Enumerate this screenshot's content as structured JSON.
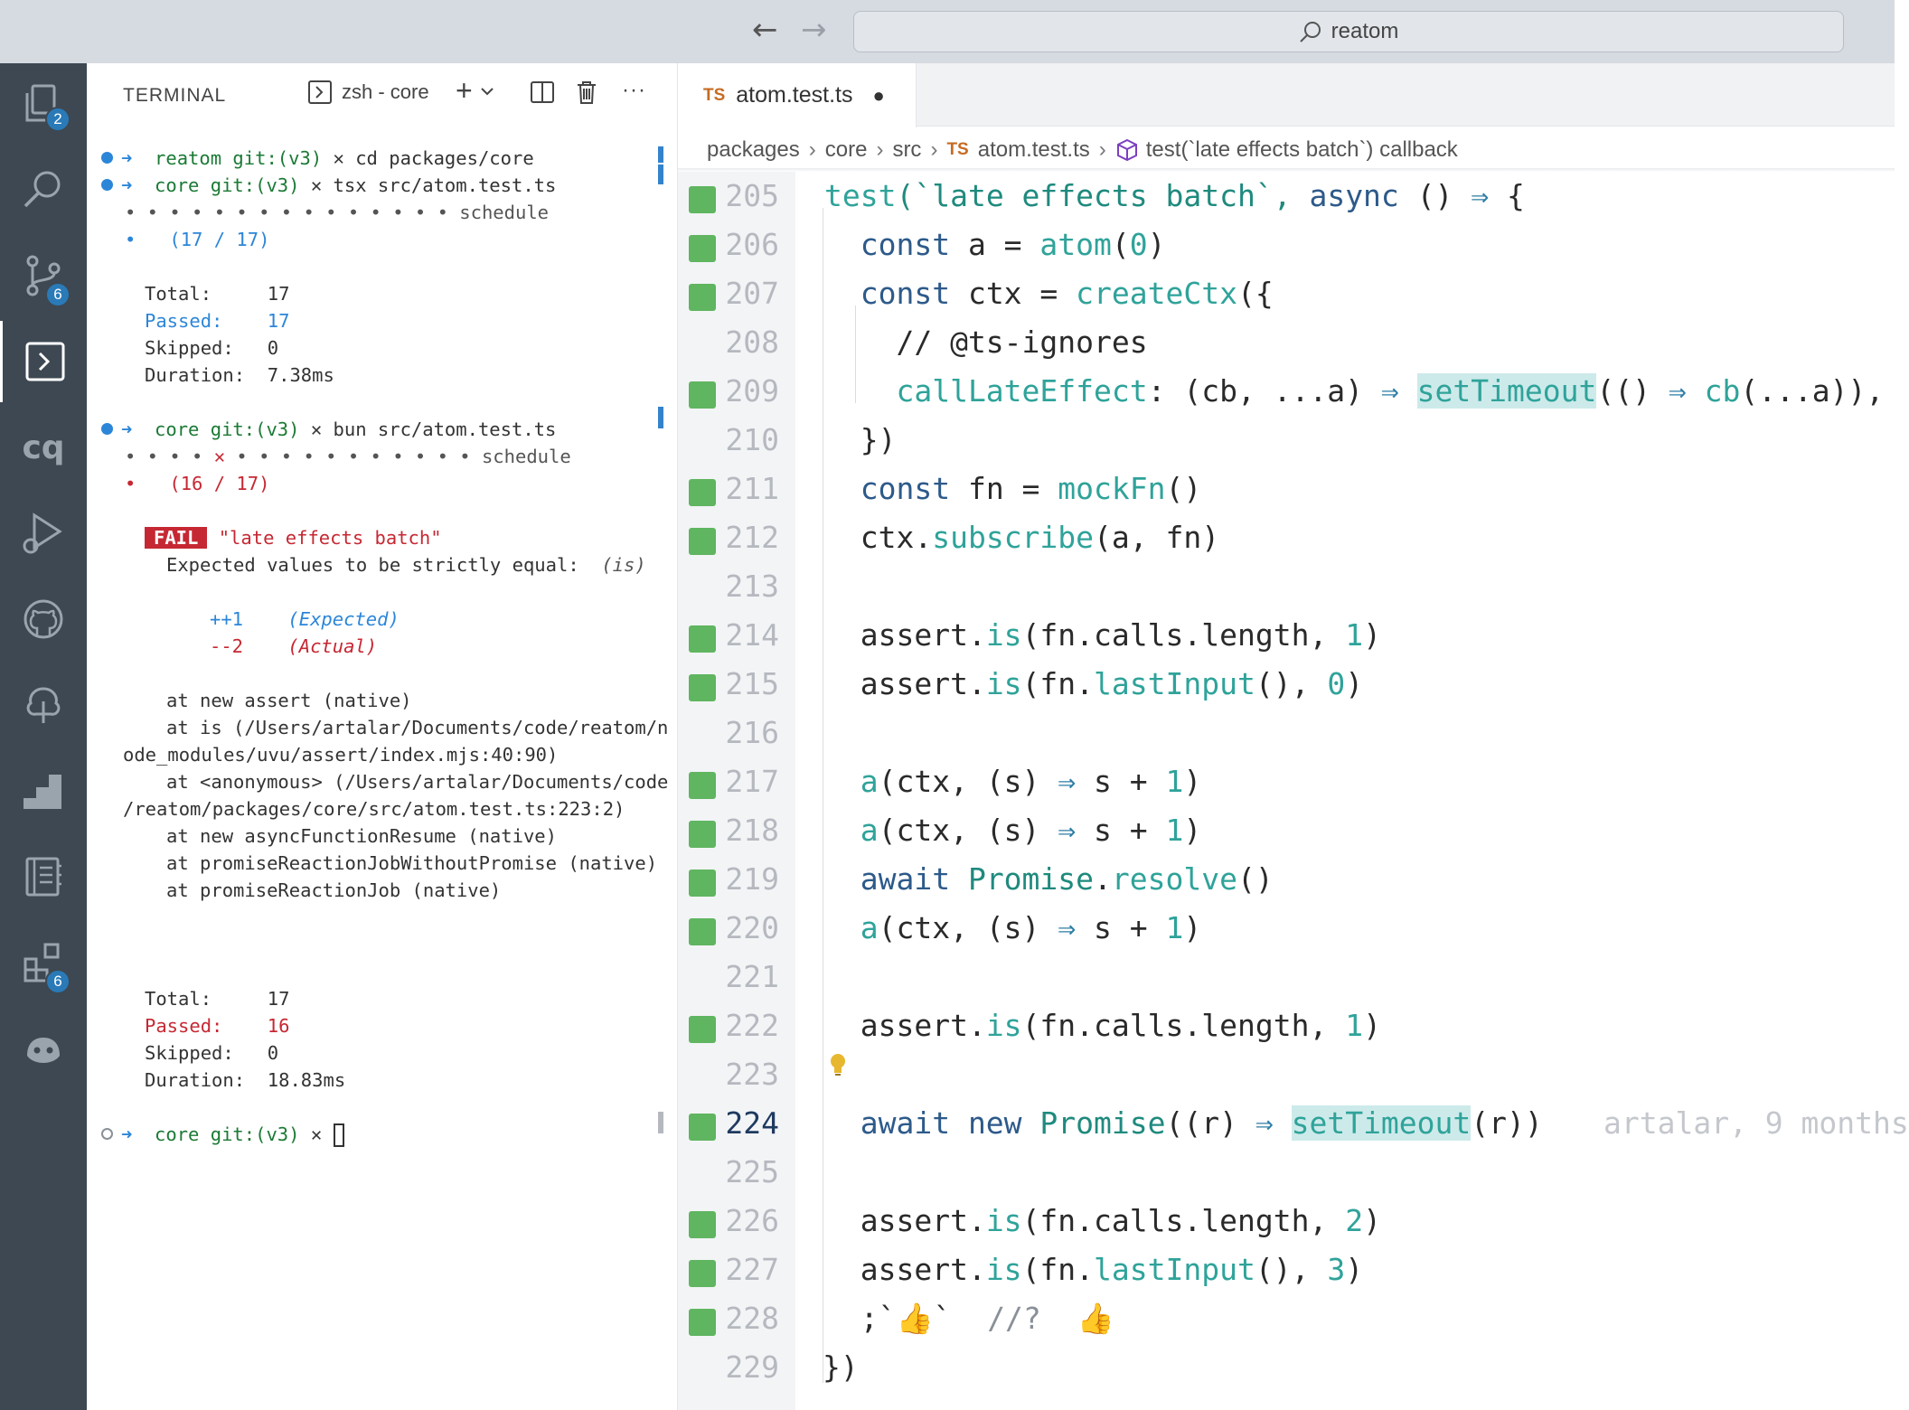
{
  "titlebar": {
    "back_glyph": "←",
    "forward_glyph": "→",
    "search_text": "reatom"
  },
  "activity": {
    "explorer_badge": "2",
    "scm_badge": "6",
    "extensions_badge": "6",
    "cq_label": "cq",
    "icons": [
      "files-icon",
      "search-icon",
      "source-control-icon",
      "terminal-icon",
      "cq-icon",
      "run-debug-icon",
      "github-icon",
      "tree-icon",
      "stairs-icon",
      "notebook-icon",
      "extensions-icon",
      "copilot-icon"
    ]
  },
  "terminal": {
    "title": "TERMINAL",
    "shell_label": "zsh - core",
    "add_glyph": "+",
    "more_glyph": "···",
    "lines": {
      "l1_prompt": "reatom git:(v3)",
      "l1_cmd": " ✕ cd packages/core",
      "l2_prompt": "core git:(v3)",
      "l2_cmd": " ✕ tsx src/atom.test.ts",
      "l3": "• • • • • • • • • • • • • • • schedule",
      "l4": "•   (17 / 17)",
      "t1_total": "Total:     17",
      "t1_passed_label": "Passed:",
      "t1_passed_val": "    17",
      "t1_skipped": "Skipped:   0",
      "t1_duration": "Duration:  7.38ms",
      "l5_prompt": "core git:(v3)",
      "l5_cmd": " ✕ bun src/atom.test.ts",
      "l6_pre": "• • • • ",
      "l6_x": "✕",
      "l6_post": " • • • • • • • • • • • schedule",
      "l7": "•   (16 / 17)",
      "fail_badge": "FAIL",
      "fail_name": " \"late effects batch\"",
      "expected_msg": "Expected values to be strictly equal:  ",
      "expected_is": "(is)",
      "plus": "++1",
      "plus_note": "(Expected)",
      "minus": "--2",
      "minus_note": "(Actual)",
      "st1": "at new assert (native)",
      "st2": "at is (/Users/artalar/Documents/code/reatom/n",
      "st3": "ode_modules/uvu/assert/index.mjs:40:90)",
      "st4": "at <anonymous> (/Users/artalar/Documents/code",
      "st5": "/reatom/packages/core/src/atom.test.ts:223:2)",
      "st6": "at new asyncFunctionResume (native)",
      "st7": "at promiseReactionJobWithoutPromise (native)",
      "st8": "at promiseReactionJob (native)",
      "t2_total": "Total:     17",
      "t2_passed_label": "Passed:",
      "t2_passed_val": "    16",
      "t2_skipped": "Skipped:   0",
      "t2_duration": "Duration:  18.83ms",
      "l8_prompt": "core git:(v3)",
      "l8_cmd": " ✕ "
    }
  },
  "editor": {
    "tab_lang": "TS",
    "tab_name": "atom.test.ts",
    "tab_dirty": "●",
    "breadcrumb": {
      "b1": "packages",
      "b2": "core",
      "b3": "src",
      "b4_lang": "TS",
      "b4": "atom.test.ts",
      "b5": "test(`late effects batch`) callback",
      "sep": "›"
    },
    "lines": {
      "n205": "205",
      "n206": "206",
      "n207": "207",
      "n208": "208",
      "n209": "209",
      "n210": "210",
      "n211": "211",
      "n212": "212",
      "n213": "213",
      "n214": "214",
      "n215": "215",
      "n216": "216",
      "n217": "217",
      "n218": "218",
      "n219": "219",
      "n220": "220",
      "n221": "221",
      "n222": "222",
      "n223": "223",
      "n224": "224",
      "n225": "225",
      "n226": "226",
      "n227": "227",
      "n228": "228",
      "n229": "229"
    },
    "code": {
      "c205a": "test",
      "c205b": "(`late effects batch`, ",
      "c205c": "async",
      "c205d": " () ",
      "c205e": "⇒",
      "c205f": " {",
      "c206a": "  const",
      "c206b": " a = ",
      "c206c": "atom",
      "c206d": "(",
      "c206e": "0",
      "c206f": ")",
      "c207a": "  const",
      "c207b": " ctx = ",
      "c207c": "createCtx",
      "c207d": "({",
      "c208": "    // @ts-ignores",
      "c209a": "    callLateEffect",
      "c209b": ": (cb, ...a) ",
      "c209c": "⇒",
      "c209d": " ",
      "c209e": "setTimeout",
      "c209f": "(() ",
      "c209g": "⇒",
      "c209h": " ",
      "c209i": "cb",
      "c209j": "(...a)),",
      "c210": "  })",
      "c211a": "  const",
      "c211b": " fn = ",
      "c211c": "mockFn",
      "c211d": "()",
      "c212a": "  ctx.",
      "c212b": "subscribe",
      "c212c": "(a, fn)",
      "c214a": "  assert.",
      "c214b": "is",
      "c214c": "(fn.calls.length, ",
      "c214d": "1",
      "c214e": ")",
      "c215a": "  assert.",
      "c215b": "is",
      "c215c": "(fn.",
      "c215d": "lastInput",
      "c215e": "(), ",
      "c215f": "0",
      "c215g": ")",
      "c217a": "  a",
      "c217b": "(ctx, (s) ",
      "c217c": "⇒",
      "c217d": " s + ",
      "c217e": "1",
      "c217f": ")",
      "c219a": "  await",
      "c219b": " Promise",
      "c219c": ".",
      "c219d": "resolve",
      "c219e": "()",
      "c222a": "  assert.",
      "c222b": "is",
      "c222c": "(fn.calls.length, ",
      "c222d": "1",
      "c222e": ")",
      "c224a": "  await new",
      "c224b": " Promise",
      "c224c": "((r) ",
      "c224d": "⇒",
      "c224e": " ",
      "c224f": "setTimeout",
      "c224g": "(r))",
      "c224blame": "artalar, 9 months",
      "c226a": "  assert.",
      "c226b": "is",
      "c226c": "(fn.calls.length, ",
      "c226d": "2",
      "c226e": ")",
      "c227a": "  assert.",
      "c227b": "is",
      "c227c": "(fn.",
      "c227d": "lastInput",
      "c227e": "(), ",
      "c227f": "3",
      "c227g": ")",
      "c228a": "  ;`",
      "c228b": "👍",
      "c228c": "`  ",
      "c228d": "//?  ",
      "c228e": "👍",
      "c229": "})"
    }
  }
}
